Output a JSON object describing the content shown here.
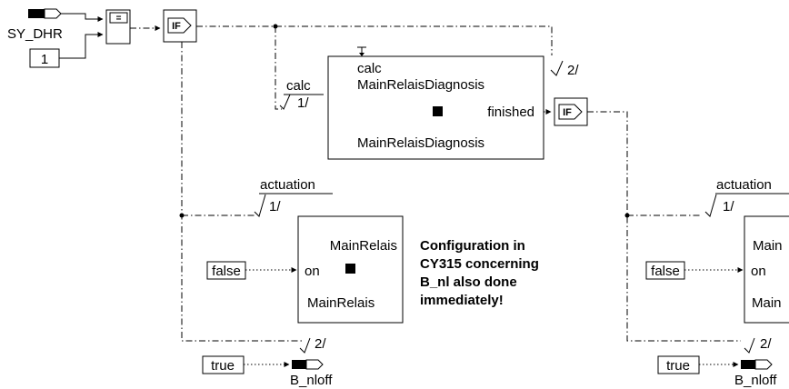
{
  "signals": {
    "sy_dhr": "SY_DHR",
    "const_one": "1",
    "eq_op": "=",
    "if_label": "IF",
    "calc_1": "calc",
    "seq_1": "1/",
    "seq_2a": "2/",
    "act_1": "actuation",
    "act_2": "actuation",
    "seq_1b": "1/",
    "seq_1c": "1/",
    "seq_2b": "2/",
    "seq_2c": "2/",
    "false_l": "false",
    "false_r": "false",
    "true_l": "true",
    "true_r": "true",
    "b_nloff_l": "B_nloff",
    "b_nloff_r": "B_nloff"
  },
  "diag_block": {
    "port_calc": "calc",
    "title": "MainRelaisDiagnosis",
    "port_finished": "finished",
    "footer": "MainRelaisDiagnosis"
  },
  "relais_left": {
    "title": "MainRelais",
    "port_on": "on",
    "footer": "MainRelais"
  },
  "relais_right": {
    "title": "Main",
    "port_on": "on",
    "footer": "Main"
  },
  "note": {
    "line1": "Configuration in",
    "line2": "CY315 concerning",
    "line3": "B_nl also done",
    "line4": "immediately!"
  }
}
